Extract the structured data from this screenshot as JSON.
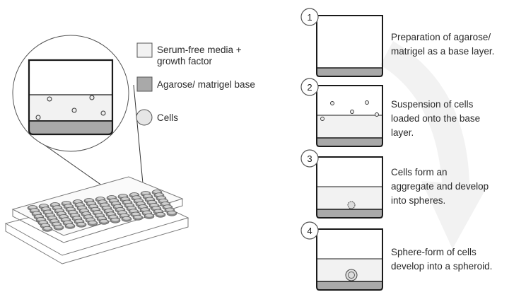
{
  "legend": [
    {
      "id": "media",
      "label_lines": [
        "Serum-free media +",
        "growth factor"
      ],
      "swatch_color": "#f2f2f2"
    },
    {
      "id": "base",
      "label_lines": [
        "Agarose/ matrigel base"
      ],
      "swatch_color": "#a9a9a9"
    },
    {
      "id": "cells",
      "label_lines": [
        "Cells"
      ],
      "swatch_color": "#e6e6e6"
    }
  ],
  "steps": [
    {
      "number": "1",
      "lines": [
        "Preparation of agarose/",
        "matrigel as a base layer."
      ]
    },
    {
      "number": "2",
      "lines": [
        "Suspension of cells",
        "loaded onto the base",
        "layer."
      ]
    },
    {
      "number": "3",
      "lines": [
        "Cells form an",
        "aggregate and develop",
        "into spheres."
      ]
    },
    {
      "number": "4",
      "lines": [
        "Sphere-form of cells",
        "develop into a spheroid."
      ]
    }
  ],
  "colors": {
    "outline": "#1a1a1a",
    "base_fill": "#a9a9a9",
    "media_fill": "#f2f2f2",
    "arrow_fill": "#f1f1f1"
  }
}
